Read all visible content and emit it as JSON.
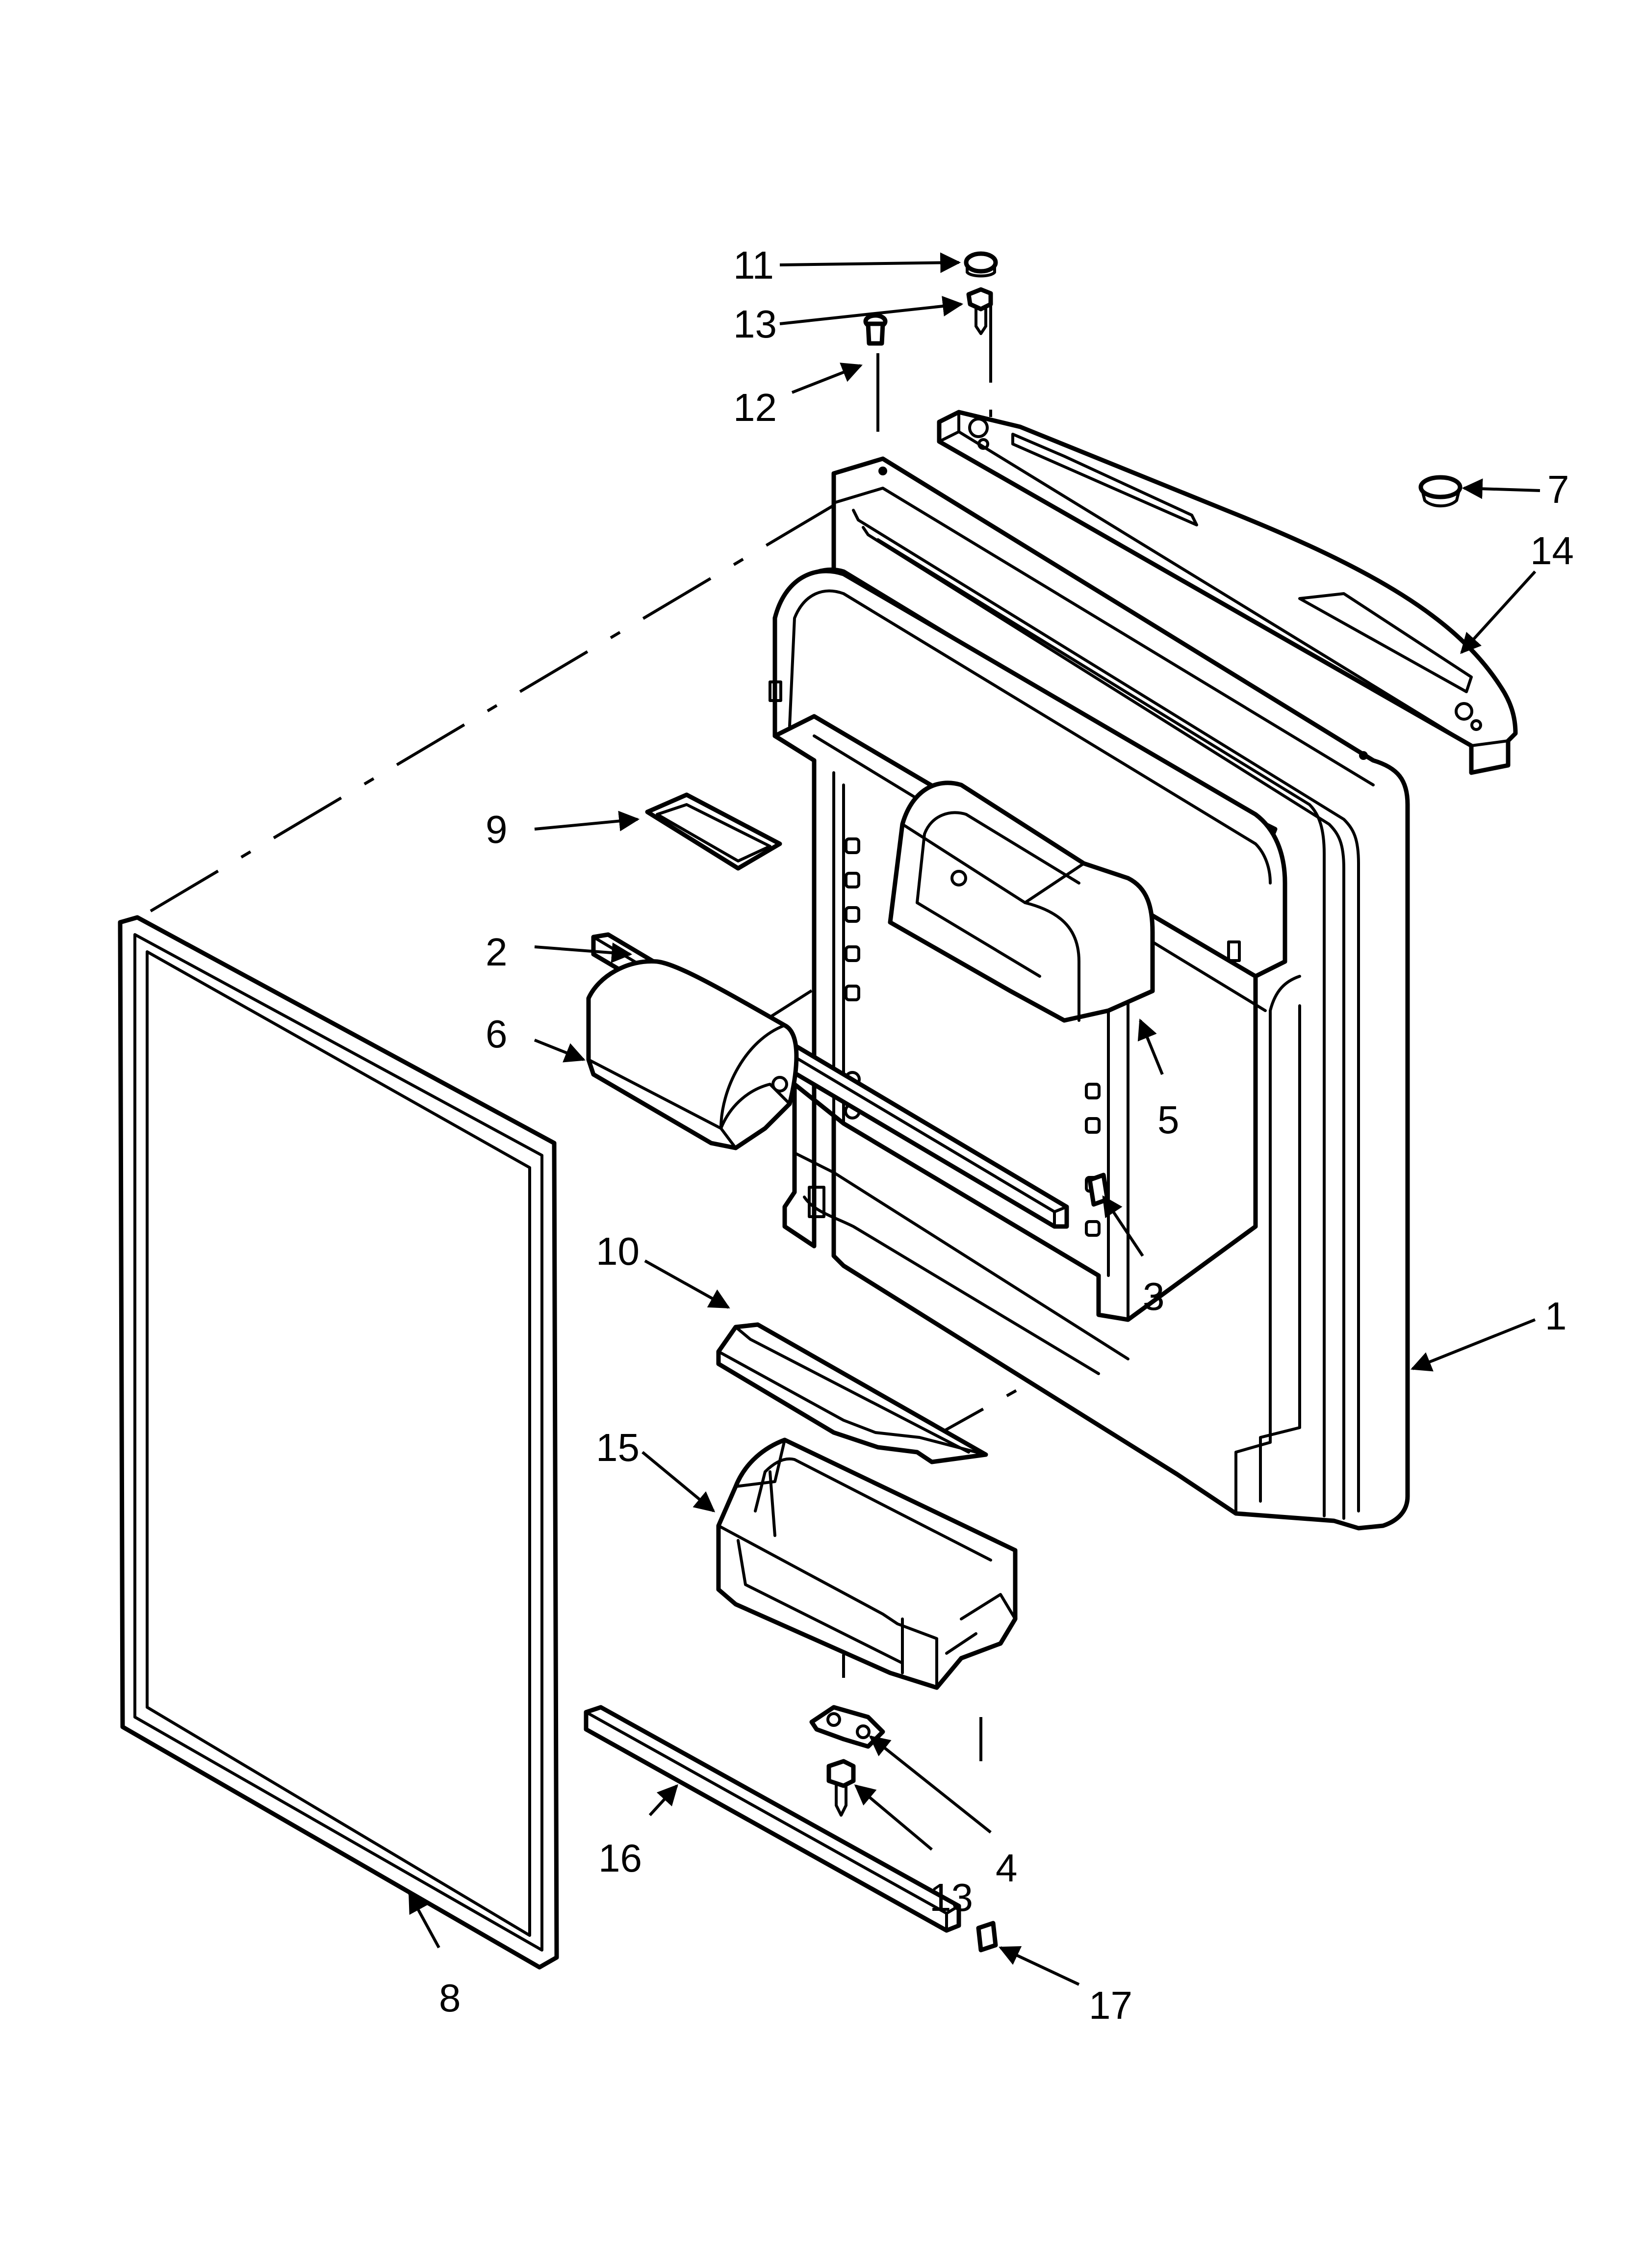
{
  "callouts": {
    "c1": "1",
    "c2": "2",
    "c3": "3",
    "c4": "4",
    "c5": "5",
    "c6": "6",
    "c7": "7",
    "c8": "8",
    "c9": "9",
    "c10": "10",
    "c11": "11",
    "c12": "12",
    "c13a": "13",
    "c13b": "13",
    "c14": "14",
    "c15": "15",
    "c16": "16",
    "c17": "17"
  }
}
